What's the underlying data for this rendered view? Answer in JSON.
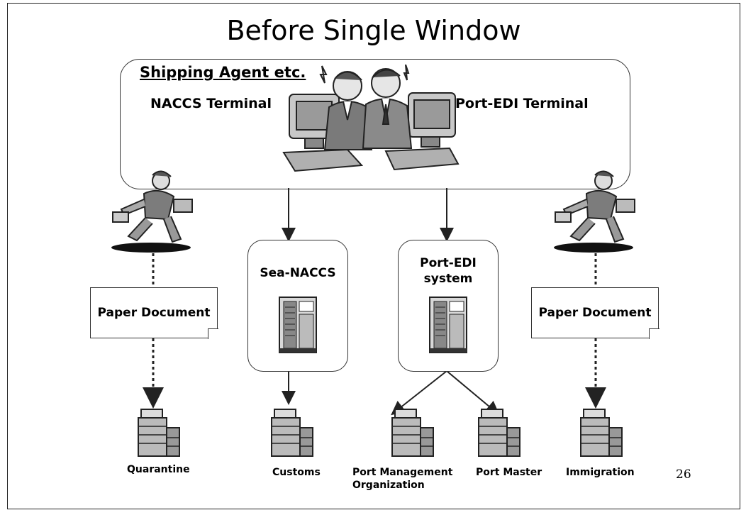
{
  "title": "Before Single Window",
  "agent": {
    "label": "Shipping Agent etc.",
    "naccs_terminal": "NACCS Terminal",
    "portedi_terminal": "Port-EDI Terminal"
  },
  "systems": {
    "sea_naccs": [
      "Sea-NACCS"
    ],
    "port_edi": [
      "Port-EDI",
      "system"
    ]
  },
  "paper": {
    "left": "Paper Document",
    "right": "Paper Document"
  },
  "destinations": {
    "quarantine": [
      "Quarantine"
    ],
    "customs": [
      "Customs"
    ],
    "port_management": [
      "Port Management",
      "Organization"
    ],
    "port_master": [
      "Port Master"
    ],
    "immigration": [
      "Immigration"
    ]
  },
  "page_number": "26",
  "icons": {
    "workers": "office-workers-at-computers-icon",
    "runner_left": "running-courier-icon",
    "runner_right": "running-courier-icon",
    "server": "server-icon",
    "building": "office-building-icon"
  }
}
